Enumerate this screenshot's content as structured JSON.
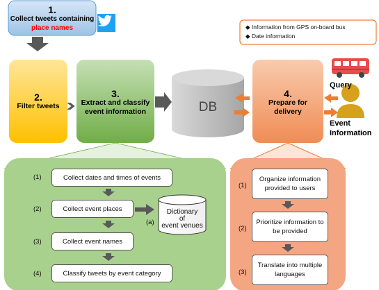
{
  "colors": {
    "blue_box": "#bdd7ee",
    "blue_border": "#5b9bd5",
    "red_text": "#ff0000",
    "yellow_box": "#ffd966",
    "green_box": "#9bcf7c",
    "green_light": "#a9d18e",
    "orange_box": "#f4a582",
    "orange_dark": "#ed7d31",
    "db_gray": "#c8c8c8",
    "arrow_gray": "#595959",
    "bus_red": "#e84c4c",
    "person_gold": "#d6a11c",
    "twitter_blue": "#1da1f2"
  },
  "step1": {
    "number": "1.",
    "line1": "Collect tweets containing",
    "line2": "place names",
    "icon": "twitter-bird-icon"
  },
  "step2": {
    "number": "2.",
    "label": "Filter tweets"
  },
  "step3": {
    "number": "3.",
    "line1": "Extract and classify",
    "line2": "event information"
  },
  "db": {
    "label": "DB"
  },
  "step4": {
    "number": "4.",
    "line1": "Prepare for",
    "line2": "delivery"
  },
  "legend": {
    "items": [
      {
        "bullet": "◆",
        "text": "Information from GPS on-board bus"
      },
      {
        "bullet": "◆",
        "text": "Date information"
      }
    ]
  },
  "query_label": "Query",
  "event_info": {
    "line1": "Event",
    "line2": "Information"
  },
  "icons": {
    "bus": "bus-icon",
    "user": "user-icon"
  },
  "extract_steps": [
    {
      "num": "(1)",
      "text": "Collect dates and times of events"
    },
    {
      "num": "(2)",
      "text": "Collect event places"
    },
    {
      "num": "(3)",
      "text": "Collect event names"
    },
    {
      "num": "(4)",
      "text": "Classify tweets by event category"
    }
  ],
  "dictionary": {
    "label": "(a)",
    "line1": "Dictionary",
    "line2": "of",
    "line3": "event venues"
  },
  "delivery_steps": [
    {
      "num": "(1)",
      "line1": "Organize information",
      "line2": "provided to users"
    },
    {
      "num": "(2)",
      "line1": "Prioritize information to",
      "line2": "be provided"
    },
    {
      "num": "(3)",
      "line1": "Translate into multiple",
      "line2": "languages"
    }
  ]
}
